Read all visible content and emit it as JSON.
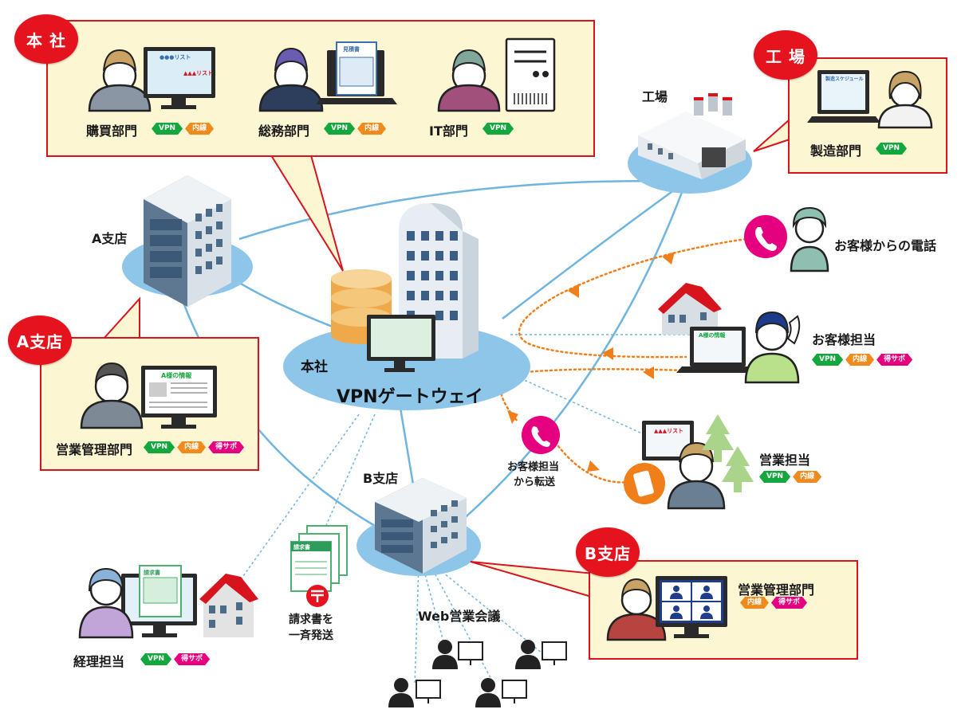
{
  "badges": {
    "honsha": "本 社",
    "kojo": "工 場",
    "a_shiten": "A支店",
    "b_shiten": "B支店"
  },
  "hq": {
    "depts": [
      {
        "label": "購買部門",
        "tags": [
          "VPN",
          "内線"
        ]
      },
      {
        "label": "総務部門",
        "tags": [
          "VPN",
          "内線"
        ]
      },
      {
        "label": "IT部門",
        "tags": [
          "VPN"
        ]
      }
    ],
    "screen_list": "●●●リスト",
    "screen_list2": "▲▲▲リスト",
    "doc_title": "見積書"
  },
  "factory": {
    "node_label": "工場",
    "dept": "製造部門",
    "tags": [
      "VPN"
    ],
    "screen_title": "製造スケジュール"
  },
  "a_branch": {
    "node_label": "A支店",
    "dept": "営業管理部門",
    "tags": [
      "VPN",
      "内線",
      "得サポ"
    ],
    "screen_title": "A様の情報"
  },
  "gateway": {
    "label1": "本社",
    "label2": "VPNゲートウェイ"
  },
  "customer_call": {
    "label": "お客様からの電話"
  },
  "customer_rep": {
    "label": "お客様担当",
    "tags": [
      "VPN",
      "内線",
      "得サポ"
    ],
    "screen_title": "A様の情報"
  },
  "transfer": {
    "line1": "お客様担当",
    "line2": "から転送"
  },
  "sales_rep": {
    "label": "営業担当",
    "tags": [
      "VPN",
      "内線"
    ],
    "screen_title": "▲▲▲リスト"
  },
  "b_branch": {
    "node_label": "B支店",
    "dept": "営業管理部門",
    "tags": [
      "内線",
      "得サポ"
    ]
  },
  "web_meeting": {
    "label": "Web営業会議"
  },
  "invoice": {
    "line1": "請求書を",
    "line2": "一斉発送",
    "doc_title": "請求書"
  },
  "accounting": {
    "label": "経理担当",
    "tags": [
      "VPN",
      "得サポ"
    ],
    "doc_title": "請求書"
  },
  "colors": {
    "red": "#e5131d",
    "callout_bg": "#fdf6d3",
    "node_blue": "#8ec6ea",
    "line_blue": "#6fb5df",
    "orange": "#f07f1a",
    "vpn_green": "#14a73d",
    "naisen_orange": "#f08a1c",
    "toku_pink": "#e4007f",
    "phone_pink": "#e4007f"
  }
}
